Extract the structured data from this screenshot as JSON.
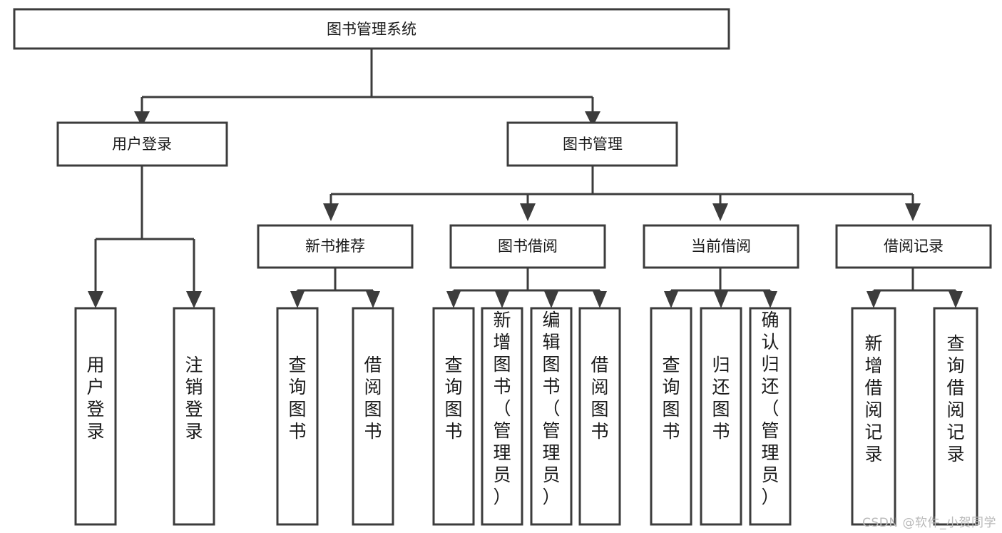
{
  "diagram": {
    "type": "tree",
    "title": "图书管理系统",
    "watermark": "CSDN @软件_小贺同学",
    "colors": {
      "stroke": "#3c3c3c",
      "box_fill": "#ffffff",
      "text": "#1a1a1a",
      "background": "#ffffff",
      "watermark": "#b9b9b9"
    },
    "root": {
      "label": "图书管理系统",
      "orientation": "horizontal"
    },
    "level2": [
      {
        "label": "用户登录",
        "orientation": "horizontal"
      },
      {
        "label": "图书管理",
        "orientation": "horizontal"
      }
    ],
    "level3": [
      {
        "label": "新书推荐",
        "orientation": "horizontal"
      },
      {
        "label": "图书借阅",
        "orientation": "horizontal"
      },
      {
        "label": "当前借阅",
        "orientation": "horizontal"
      },
      {
        "label": "借阅记录",
        "orientation": "horizontal"
      }
    ],
    "leaves": {
      "user_login": [
        {
          "label": "用户登录",
          "orientation": "vertical"
        },
        {
          "label": "注销登录",
          "orientation": "vertical"
        }
      ],
      "new_book": [
        {
          "label": "查询图书",
          "orientation": "vertical"
        },
        {
          "label": "借阅图书",
          "orientation": "vertical"
        }
      ],
      "book_borrow": [
        {
          "label": "查询图书",
          "orientation": "vertical"
        },
        {
          "label": "新增图书（管理员）",
          "orientation": "vertical"
        },
        {
          "label": "编辑图书（管理员）",
          "orientation": "vertical"
        },
        {
          "label": "借阅图书",
          "orientation": "vertical"
        }
      ],
      "current_borrow": [
        {
          "label": "查询图书",
          "orientation": "vertical"
        },
        {
          "label": "归还图书",
          "orientation": "vertical"
        },
        {
          "label": "确认归还（管理员）",
          "orientation": "vertical"
        }
      ],
      "borrow_record": [
        {
          "label": "新增借阅记录",
          "orientation": "vertical"
        },
        {
          "label": "查询借阅记录",
          "orientation": "vertical"
        }
      ]
    }
  }
}
